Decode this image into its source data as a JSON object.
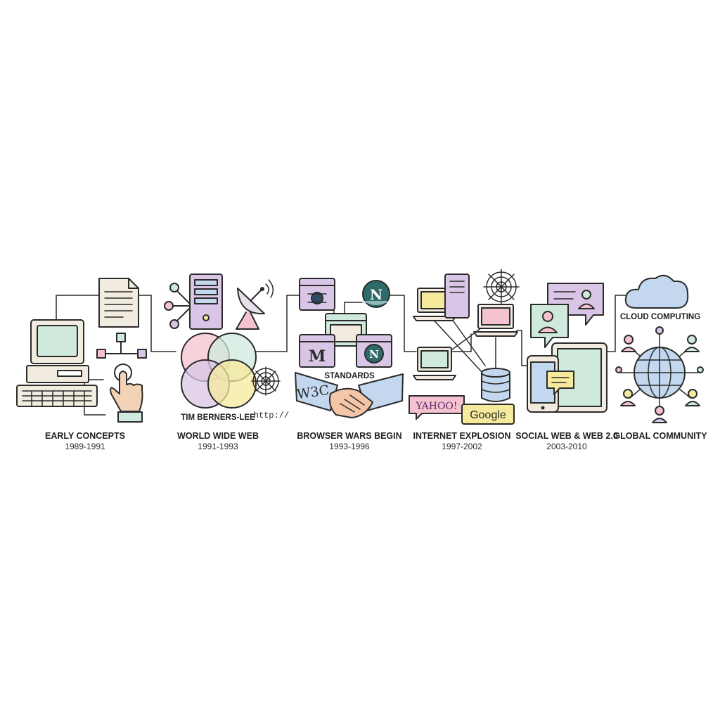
{
  "colors": {
    "ink": "#2b2b2b",
    "mint": "#cfeadd",
    "pink": "#f4c3cf",
    "lavender": "#d9c6e6",
    "yellow": "#f5ea9c",
    "blue": "#c3d8ef",
    "cream": "#f2ece0",
    "teal": "#2e6a6a"
  },
  "milestones": [
    {
      "title": "EARLY CONCEPTS",
      "years": "1989-1991"
    },
    {
      "title": "WORLD WIDE WEB",
      "years": "1991-1993"
    },
    {
      "title": "BROWSER WARS BEGIN",
      "years": "1993-1996"
    },
    {
      "title": "INTERNET EXPLOSION",
      "years": "1997-2002"
    },
    {
      "title": "SOCIAL WEB & WEB 2.0",
      "years": "2003-2010"
    },
    {
      "title": "GLOBAL COMMUNITY",
      "years": ""
    }
  ],
  "callouts": {
    "tim": "TIM BERNERS-LEE",
    "http": "http://",
    "standards": "STANDARDS",
    "w3c": "W3C",
    "browser_m": "M",
    "browser_n": "N",
    "yahoo": "YAHOO!",
    "google": "Google",
    "cloud": "CLOUD COMPUTING"
  },
  "icons": [
    "retro-computer-icon",
    "document-icon",
    "network-diagram-icon",
    "pointing-hand-icon",
    "server-tower-icon",
    "satellite-dish-icon",
    "venn-diagram-icon",
    "spider-web-icon",
    "browser-window-icon",
    "netscape-icon",
    "handshake-icon",
    "laptop-icon",
    "database-icon",
    "chat-bubble-icon",
    "tablet-icon",
    "phone-icon",
    "cloud-icon",
    "globe-icon",
    "user-icon"
  ]
}
